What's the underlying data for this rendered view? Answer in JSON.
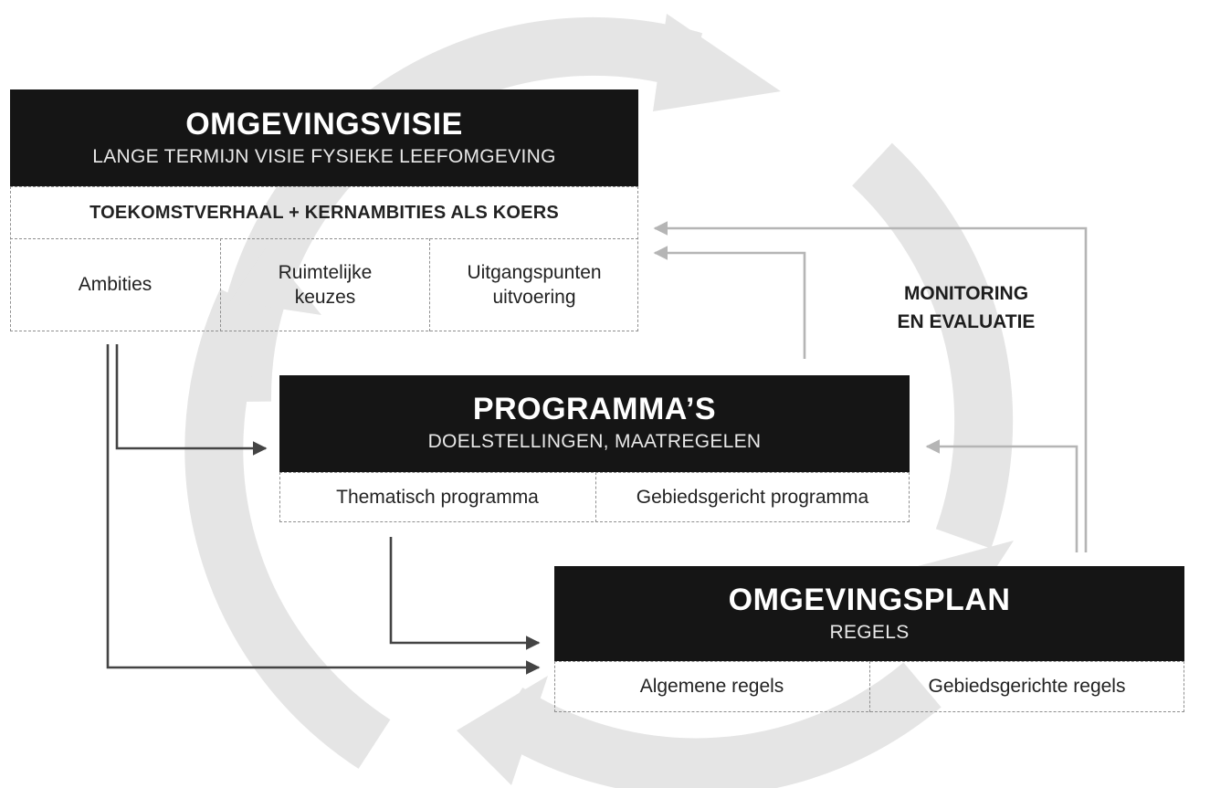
{
  "omgevingsvisie": {
    "title": "OMGEVINGSVISIE",
    "subtitle": "LANGE TERMIJN VISIE FYSIEKE LEEFOMGEVING",
    "banner": "TOEKOMSTVERHAAL + KERNAMBITIES ALS KOERS",
    "cells": [
      "Ambities",
      "Ruimtelijke keuzes",
      "Uitgangspunten uitvoering"
    ]
  },
  "programmas": {
    "title": "PROGRAMMA’S",
    "subtitle": "DOELSTELLINGEN, MAATREGELEN",
    "cells": [
      "Thematisch programma",
      "Gebiedsgericht programma"
    ]
  },
  "omgevingsplan": {
    "title": "OMGEVINGSPLAN",
    "subtitle": "REGELS",
    "cells": [
      "Algemene regels",
      "Gebiedsgerichte regels"
    ]
  },
  "feedback_label": {
    "line1": "MONITORING",
    "line2": "EN EVALUATIE"
  },
  "colors": {
    "box_fill": "#151515",
    "cycle_arrow": "#e5e5e5",
    "flow_arrow": "#444444",
    "feedback_arrow": "#b5b5b5"
  }
}
